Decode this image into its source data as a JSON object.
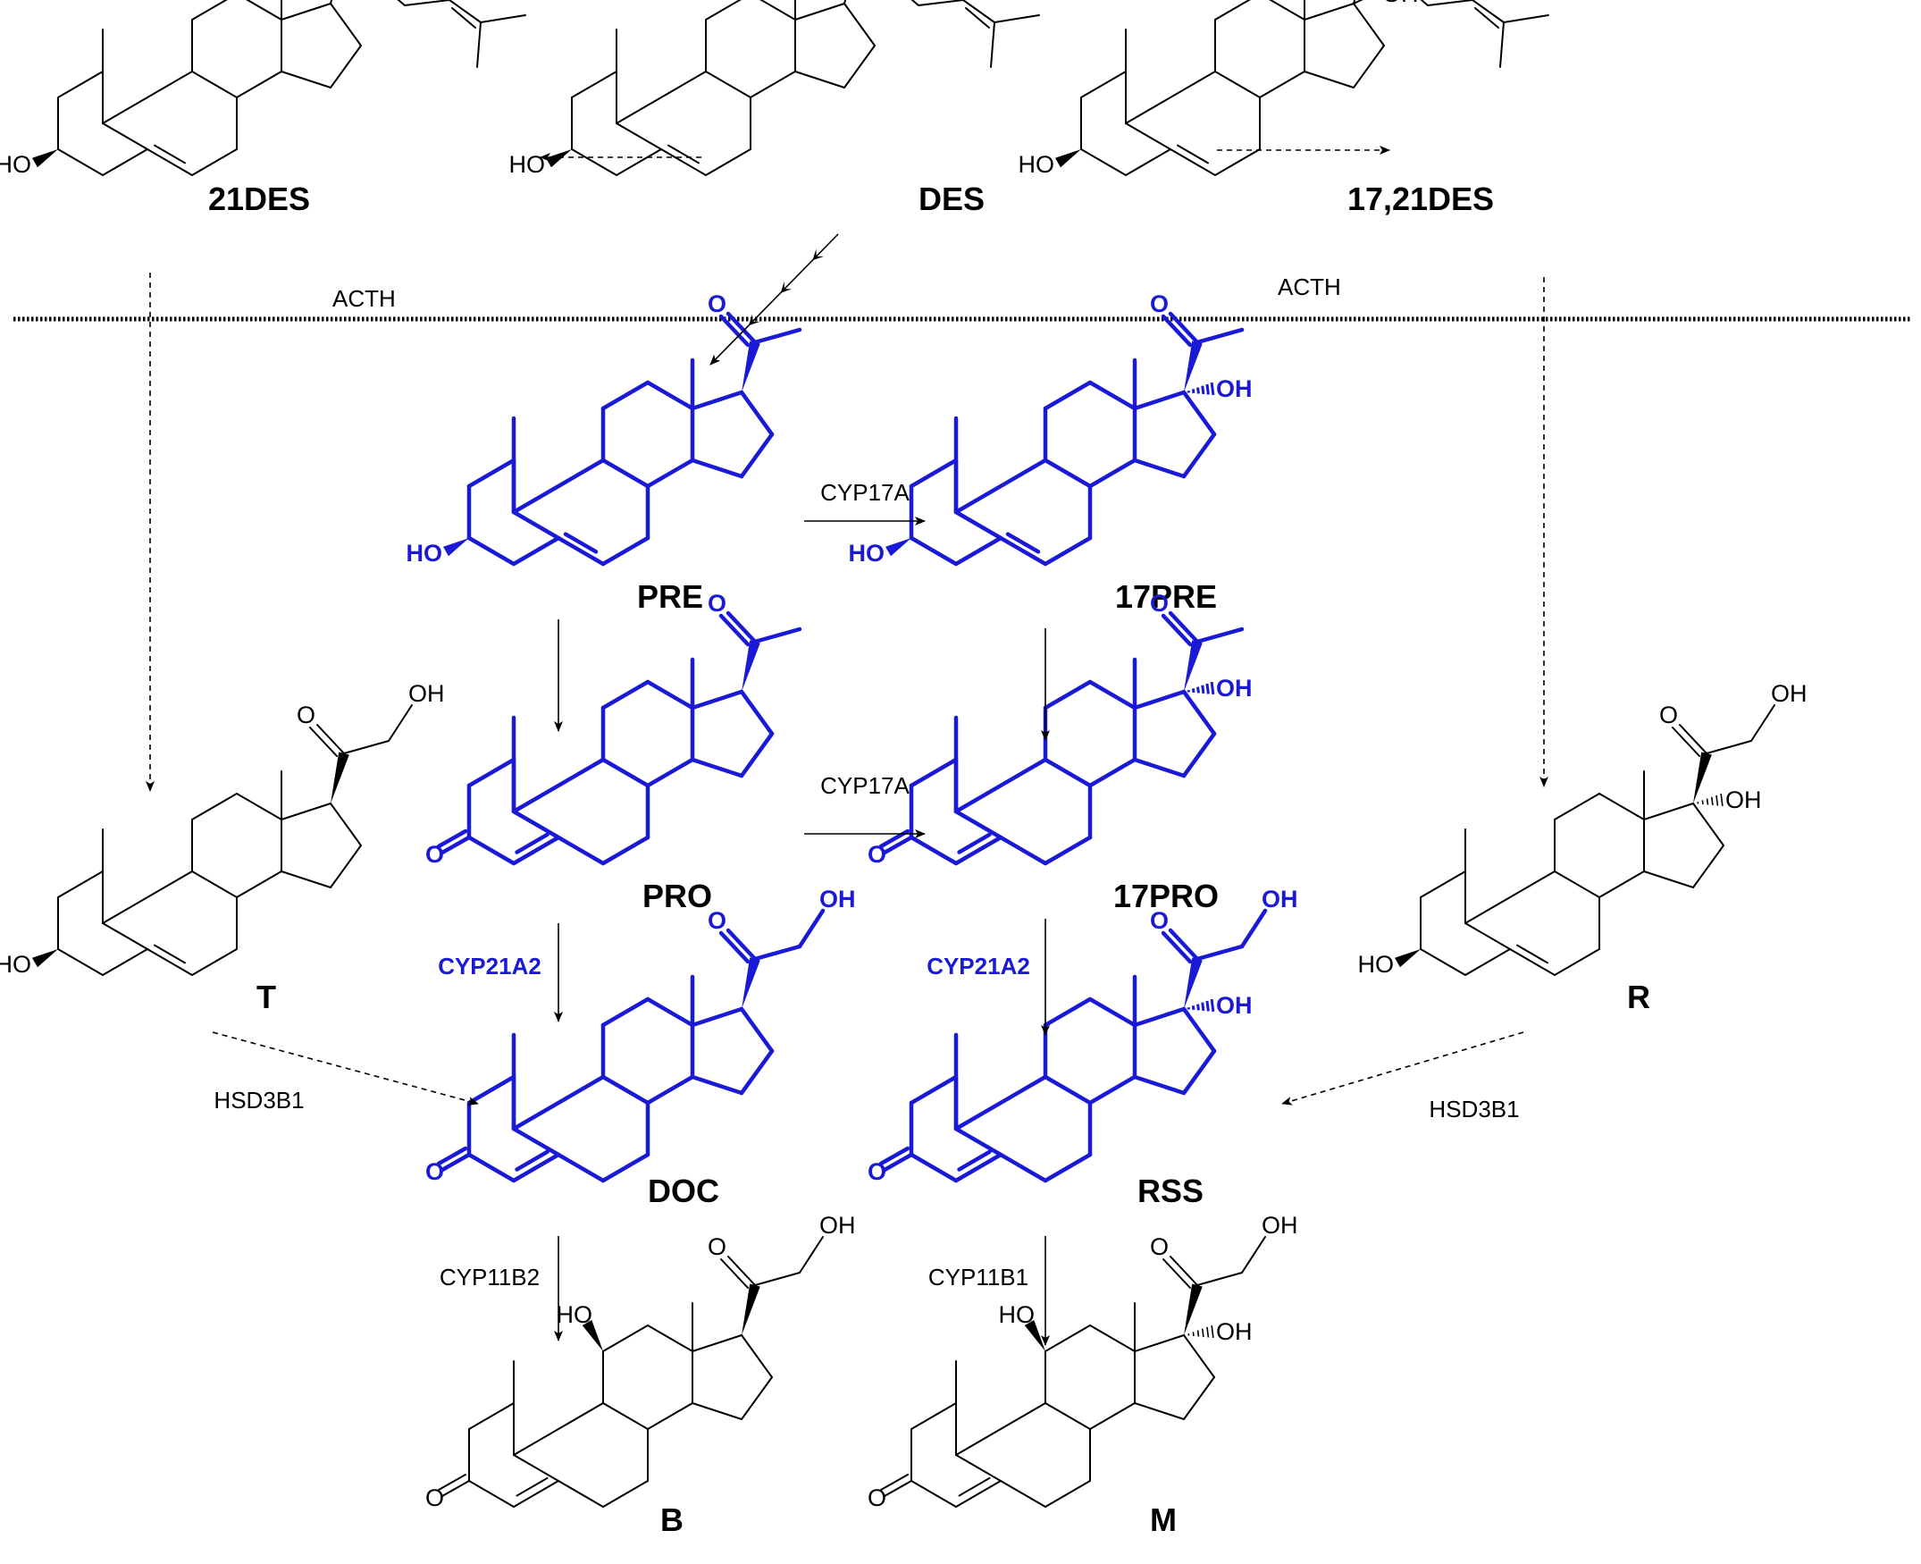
{
  "colors": {
    "black": "#000000",
    "blue": "#1a1ad6"
  },
  "divider": {
    "left_label": "ACTH",
    "right_label": "ACTH"
  },
  "molecules": [
    {
      "id": "21DES",
      "label": "21DES",
      "color": "black",
      "ring_a": "sterol",
      "side": "des21",
      "c11_oh": false
    },
    {
      "id": "DES",
      "label": "DES",
      "color": "black",
      "ring_a": "sterol",
      "side": "des",
      "c11_oh": false
    },
    {
      "id": "1721DES",
      "label": "17,21DES",
      "color": "black",
      "ring_a": "sterol",
      "side": "des1721",
      "c11_oh": false
    },
    {
      "id": "PRE",
      "label": "PRE",
      "color": "blue",
      "ring_a": "sterol",
      "side": "acetyl",
      "c11_oh": false
    },
    {
      "id": "17PRE",
      "label": "17PRE",
      "color": "blue",
      "ring_a": "sterol",
      "side": "acetyl17oh",
      "c11_oh": false
    },
    {
      "id": "PRO",
      "label": "PRO",
      "color": "blue",
      "ring_a": "enone",
      "side": "acetyl",
      "c11_oh": false
    },
    {
      "id": "17PRO",
      "label": "17PRO",
      "color": "blue",
      "ring_a": "enone",
      "side": "acetyl17oh",
      "c11_oh": false
    },
    {
      "id": "T",
      "label": "T",
      "color": "black",
      "ring_a": "sterol",
      "side": "hydroxyacetyl",
      "c11_oh": false
    },
    {
      "id": "R",
      "label": "R",
      "color": "black",
      "ring_a": "sterol",
      "side": "hydroxyacetyl17oh",
      "c11_oh": false
    },
    {
      "id": "DOC",
      "label": "DOC",
      "color": "blue",
      "ring_a": "enone",
      "side": "hydroxyacetyl",
      "c11_oh": false
    },
    {
      "id": "RSS",
      "label": "RSS",
      "color": "blue",
      "ring_a": "enone",
      "side": "hydroxyacetyl17oh",
      "c11_oh": false
    },
    {
      "id": "B",
      "label": "B",
      "color": "black",
      "ring_a": "enone",
      "side": "hydroxyacetyl",
      "c11_oh": true
    },
    {
      "id": "M",
      "label": "M",
      "color": "black",
      "ring_a": "enone",
      "side": "hydroxyacetyl17oh",
      "c11_oh": true
    }
  ],
  "atoms": {
    "ho": "HO",
    "oh": "OH",
    "o": "O"
  },
  "enzymes": [
    {
      "id": "cyp17a-top",
      "text": "CYP17A",
      "bold": false,
      "color": "black"
    },
    {
      "id": "cyp17a-mid",
      "text": "CYP17A",
      "bold": false,
      "color": "black"
    },
    {
      "id": "cyp21a2-left",
      "text": "CYP21A2",
      "bold": true,
      "color": "blue"
    },
    {
      "id": "cyp21a2-right",
      "text": "CYP21A2",
      "bold": true,
      "color": "blue"
    },
    {
      "id": "hsd3b1-left",
      "text": "HSD3B1",
      "bold": false,
      "color": "black"
    },
    {
      "id": "hsd3b1-right",
      "text": "HSD3B1",
      "bold": false,
      "color": "black"
    },
    {
      "id": "cyp11b2",
      "text": "CYP11B2",
      "bold": false,
      "color": "black"
    },
    {
      "id": "cyp11b1",
      "text": "CYP11B1",
      "bold": false,
      "color": "black"
    }
  ],
  "arrows": [
    {
      "id": "des-to-21des",
      "style": "dashed"
    },
    {
      "id": "des-to-1721des",
      "style": "dashed"
    },
    {
      "id": "des-to-pre",
      "style": "multistep"
    },
    {
      "id": "21des-to-t",
      "style": "dashed"
    },
    {
      "id": "1721des-to-r",
      "style": "dashed"
    },
    {
      "id": "pre-to-17pre",
      "style": "solid"
    },
    {
      "id": "pre-to-pro",
      "style": "solid"
    },
    {
      "id": "17pre-to-17pro",
      "style": "solid"
    },
    {
      "id": "pro-to-17pro",
      "style": "solid"
    },
    {
      "id": "pro-to-doc",
      "style": "solid"
    },
    {
      "id": "17pro-to-rss",
      "style": "solid"
    },
    {
      "id": "t-to-doc",
      "style": "dashed"
    },
    {
      "id": "r-to-rss",
      "style": "dashed"
    },
    {
      "id": "doc-to-b",
      "style": "solid"
    },
    {
      "id": "rss-to-m",
      "style": "solid"
    }
  ]
}
